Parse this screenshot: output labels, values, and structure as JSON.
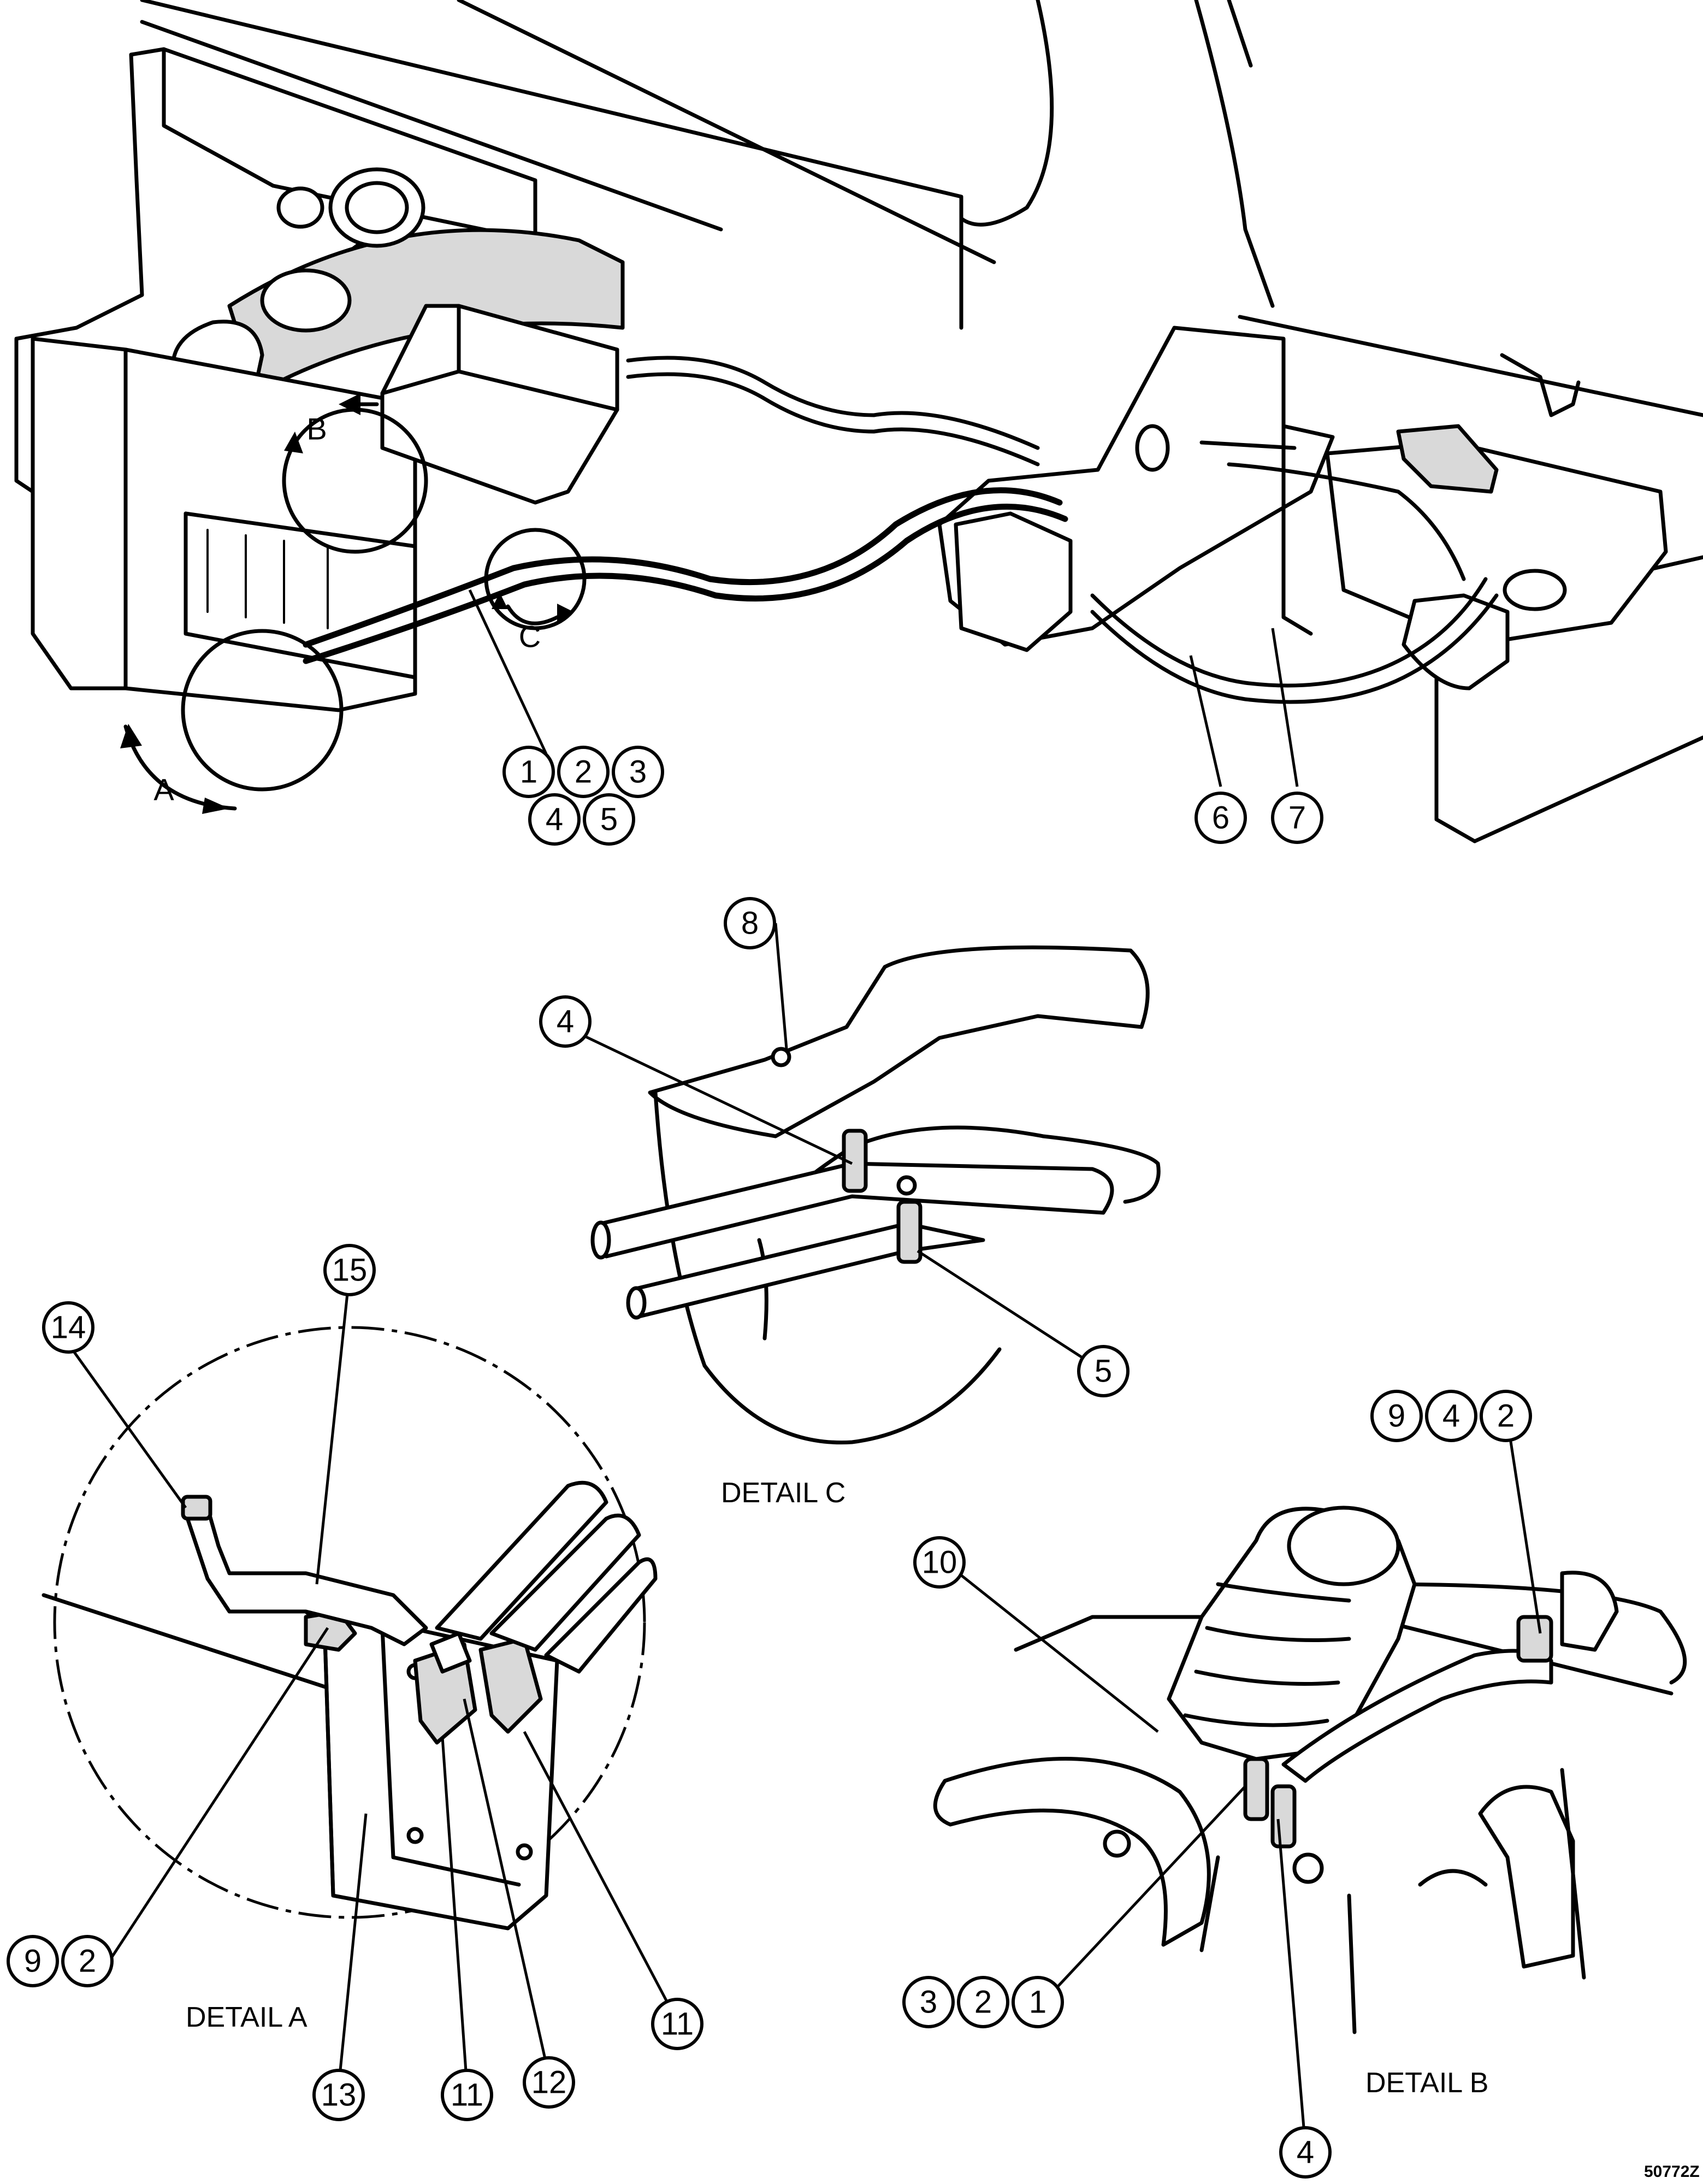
{
  "figure_number": "50772Z",
  "view_letters": {
    "a": "A",
    "b": "B",
    "c": "C"
  },
  "detail_titles": {
    "a": "DETAIL A",
    "b": "DETAIL B",
    "c": "DETAIL C"
  },
  "callouts": {
    "main_1": "1",
    "main_2": "2",
    "main_3": "3",
    "main_4": "4",
    "main_5": "5",
    "main_6": "6",
    "main_7": "7",
    "c_8": "8",
    "c_4": "4",
    "c_5": "5",
    "a_14": "14",
    "a_15": "15",
    "a_9": "9",
    "a_2": "2",
    "a_13": "13",
    "a_11_left": "11",
    "a_12": "12",
    "a_11_right": "11",
    "b_9": "9",
    "b_4_top": "4",
    "b_2_top": "2",
    "b_10": "10",
    "b_3": "3",
    "b_2_bottom": "2",
    "b_1": "1",
    "b_4_bottom": "4"
  }
}
